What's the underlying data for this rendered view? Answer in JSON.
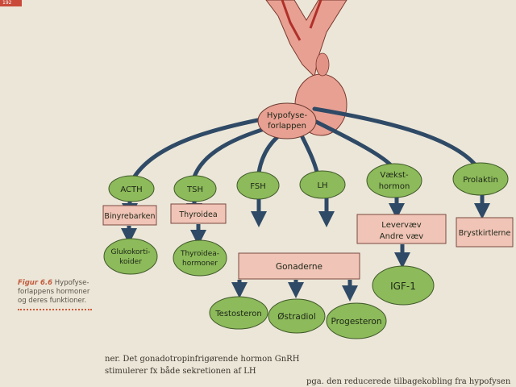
{
  "page_number": "192",
  "caption": {
    "figure": "Figur 6.6",
    "text": "Hypofyse-forlappens hormoner og deres funktioner."
  },
  "center": {
    "line1": "Hypofyse-",
    "line2": "forlappen"
  },
  "hormones": {
    "acth": "ACTH",
    "tsh": "TSH",
    "fsh": "FSH",
    "lh": "LH",
    "growth_line1": "Vækst-",
    "growth_line2": "hormon",
    "prolactin": "Prolaktin"
  },
  "targets": {
    "adrenal": "Binyrebarken",
    "thyroid": "Thyroidea",
    "liver_line1": "Levervæv",
    "liver_line2": "Andre væv",
    "breast": "Brystkirtlerne",
    "gonads": "Gonaderne"
  },
  "products": {
    "gluco_line1": "Glukokorti-",
    "gluco_line2": "koider",
    "thyro_line1": "Thyroidea-",
    "thyro_line2": "hormoner",
    "igf": "IGF-1",
    "testosterone": "Testosteron",
    "estradiol": "Østradiol",
    "progesterone": "Progesteron"
  },
  "body_text": {
    "line1": "ner. Det gonadotropinfrigørende hormon GnRH",
    "line2": "stimulerer fx både sekretionen af LH",
    "line3": "pga. den reducerede tilbagekobling fra hypofysen"
  },
  "colors": {
    "green_node": "#8dba5a",
    "pink_node": "#f0c4b6",
    "gland": "#e8a092",
    "arrow": "#2f4a66",
    "page_bg": "#ece6d8"
  }
}
